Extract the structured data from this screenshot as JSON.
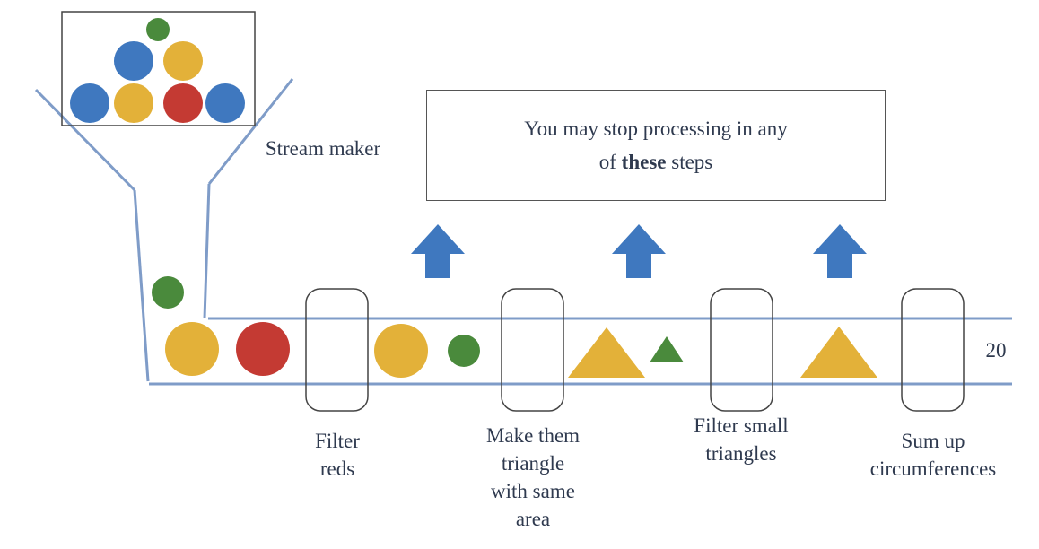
{
  "source_label": "Stream maker",
  "note": {
    "line1": "You may stop processing in any",
    "line2_prefix": "of ",
    "line2_bold": "these",
    "line2_suffix": " steps"
  },
  "steps": [
    {
      "lines": [
        "Filter",
        "reds"
      ]
    },
    {
      "lines": [
        "Make them",
        "triangle",
        "with same",
        "area"
      ]
    },
    {
      "lines": [
        "Filter small",
        "triangles"
      ]
    },
    {
      "lines": [
        "Sum up",
        "circumferences"
      ]
    }
  ],
  "result": "20",
  "colors": {
    "blue": "#3f78bf",
    "yellow": "#e3b139",
    "red": "#c43a33",
    "green": "#4a8a3c",
    "pipe": "#7f9cc8",
    "arrow": "#3f78bf"
  }
}
